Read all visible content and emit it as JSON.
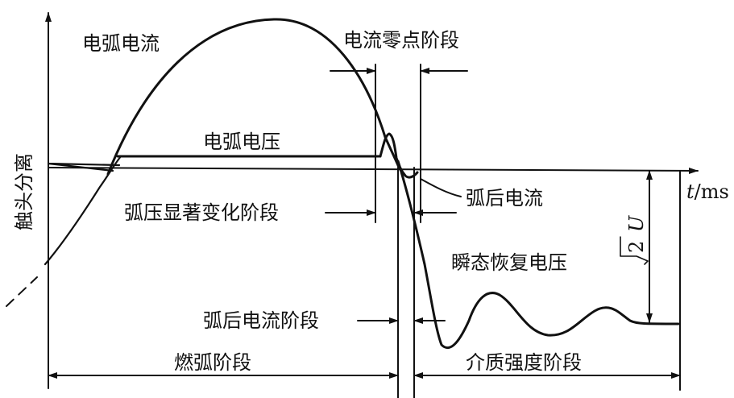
{
  "labels": {
    "arc_current": "电弧电流",
    "current_zero_stage": "电流零点阶段",
    "arc_voltage": "电弧电压",
    "contact_separation": "触头分离",
    "voltage_change_stage": "弧压显著变化阶段",
    "post_arc_current": "弧后电流",
    "time_axis_t": "t",
    "time_axis_unit": "/ms",
    "trv": "瞬态恢复电压",
    "sqrt2U_prefix": "2",
    "sqrt2U_var": "U",
    "post_arc_stage": "弧后电流阶段",
    "arcing_stage": "燃弧阶段",
    "dielectric_stage": "介质强度阶段"
  },
  "colors": {
    "ink": "#111111",
    "background": "#ffffff"
  }
}
